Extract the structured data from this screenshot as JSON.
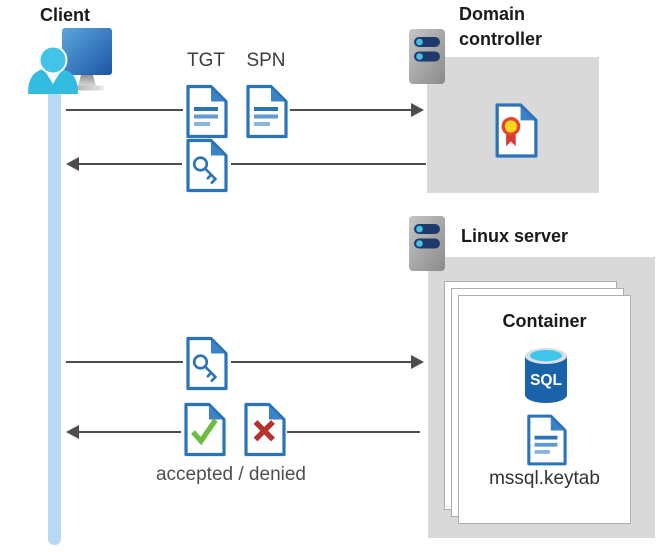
{
  "client": {
    "label": "Client"
  },
  "domain_controller": {
    "label": "Domain controller"
  },
  "linux_server": {
    "label": "Linux server"
  },
  "container": {
    "label": "Container",
    "keytab_label": "mssql.keytab"
  },
  "sql_icon": {
    "label": "SQL"
  },
  "flow": {
    "tgt_label": "TGT",
    "spn_label": "SPN",
    "result_label": "accepted / denied"
  },
  "colors": {
    "doc_blue": "#2b73b9",
    "doc_fold_blue": "#3c82c6",
    "lifeline_blue": "#b7d9f5",
    "arrow_gray": "#4d4d4d",
    "box_gray": "#d9d9d9",
    "check_green": "#6dbd45",
    "cross_red": "#b5322f",
    "cert_yellow": "#ffd51f",
    "cert_red": "#e8452f",
    "sql_body_blue": "#1a63ab",
    "sql_top_cyan": "#3ec6ea",
    "person_cyan": "#3bc0e5",
    "monitor_blue": "#2d6fc0",
    "server_bar_navy": "#1e3a6d",
    "server_dot_cyan": "#49c0e8"
  }
}
